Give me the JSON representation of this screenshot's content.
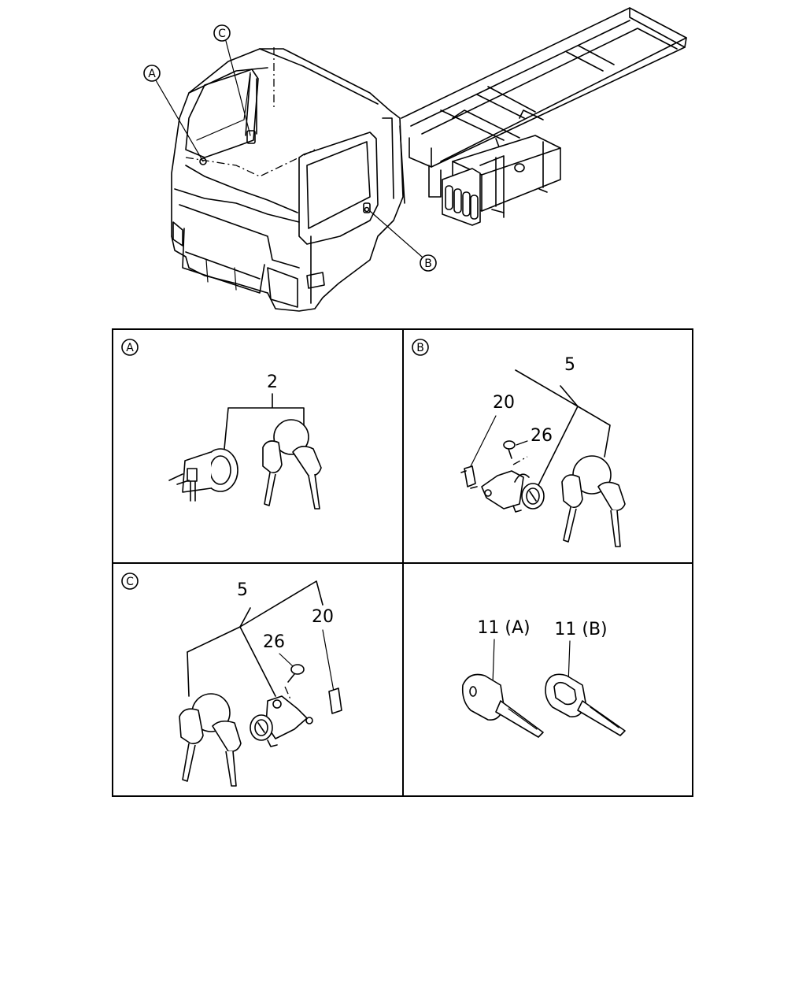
{
  "callouts": {
    "a": "A",
    "b": "B",
    "c": "C"
  },
  "panels": {
    "a": {
      "callout": "A",
      "part_label": "2"
    },
    "b": {
      "callout": "B",
      "assembly_label": "5",
      "part_20": "20",
      "part_26": "26"
    },
    "c": {
      "callout": "C",
      "assembly_label": "5",
      "part_20": "20",
      "part_26": "26"
    },
    "d": {
      "key_a": "11 (A)",
      "key_b": "11 (B)"
    }
  }
}
